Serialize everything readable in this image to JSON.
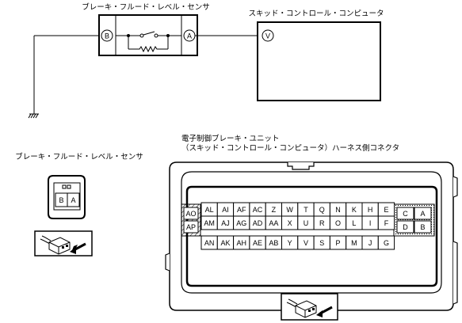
{
  "schematic": {
    "sensor_title": "ブレーキ・フルード・レベル・センサ",
    "computer_title": "スキッド・コントロール・コンピュータ",
    "sensor_terminal_left": "B",
    "sensor_terminal_right": "A",
    "computer_terminal": "V"
  },
  "connector_sensor": {
    "title": "ブレーキ・フルード・レベル・センサ",
    "pins": [
      "B",
      "A"
    ]
  },
  "connector_unit": {
    "title_line1": "電子制御ブレーキ・ユニット",
    "title_line2": "（スキッド・コントロール・コンピュータ）ハーネス側コネクタ",
    "row1": [
      "AL",
      "AI",
      "AF",
      "AC",
      "Z",
      "W",
      "T",
      "Q",
      "N",
      "K",
      "H",
      "E"
    ],
    "row2": [
      "AM",
      "AJ",
      "AG",
      "AD",
      "AA",
      "X",
      "U",
      "R",
      "O",
      "L",
      "I",
      "F"
    ],
    "row3": [
      "AN",
      "AK",
      "AH",
      "AE",
      "AB",
      "Y",
      "V",
      "S",
      "P",
      "M",
      "J",
      "G"
    ],
    "left_block": [
      "AO",
      "AP"
    ],
    "right_block": [
      "C",
      "A",
      "D",
      "B"
    ]
  }
}
